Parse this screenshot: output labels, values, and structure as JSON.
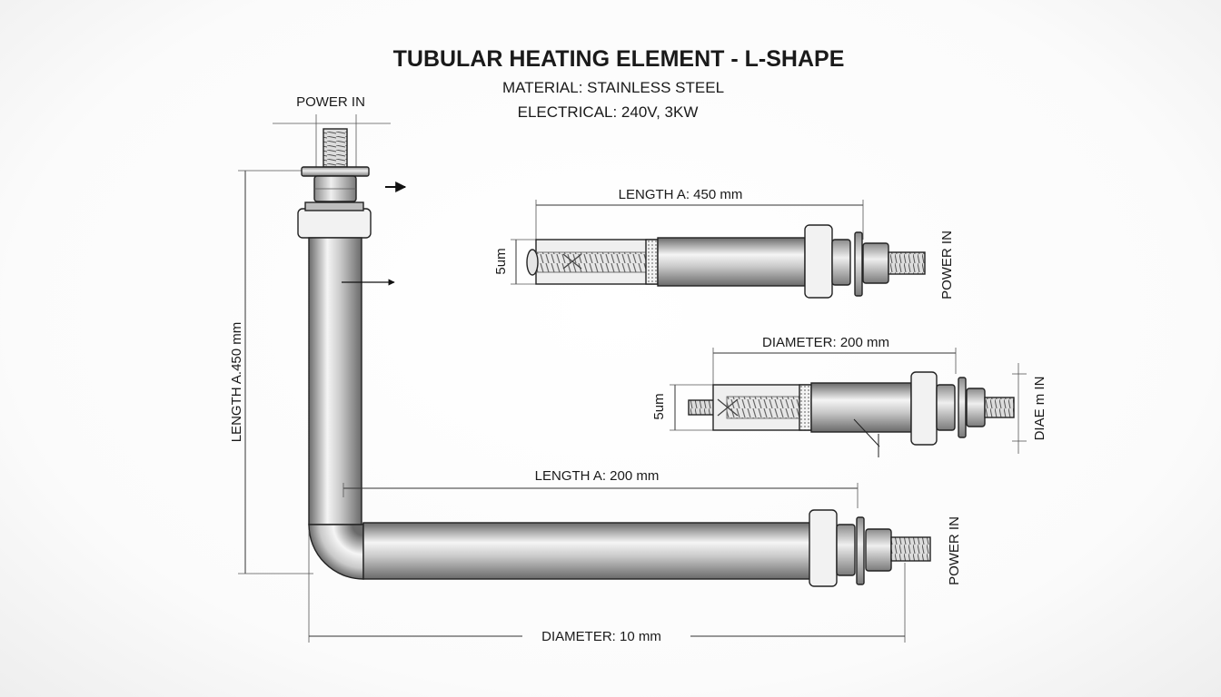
{
  "title": "TUBULAR HEATING ELEMENT - L-SHAPE",
  "material": "MATERIAL: STAINLESS STEEL",
  "electrical": "ELECTRICAL: 240V, 3KW",
  "main_view": {
    "power_in_label": "POWER IN",
    "vertical_length_label": "LENGTH A.450 mm",
    "horizontal_length_label": "LENGTH A: 200 mm",
    "diameter_label": "DIAMETER: 10 mm",
    "horizontal_power_label": "POWER IN"
  },
  "detail_upper": {
    "length_label": "LENGTH A: 450 mm",
    "side_label": "5um",
    "power_label": "POWER IN"
  },
  "detail_lower": {
    "diameter_label": "DIAMETER: 200 mm",
    "side_label": "5um",
    "right_label": "DIAE m IN"
  },
  "colors": {
    "tube_dark": "#6f6f6f",
    "tube_light": "#f4f4f4",
    "outline": "#222222",
    "text": "#1a1a1a"
  }
}
